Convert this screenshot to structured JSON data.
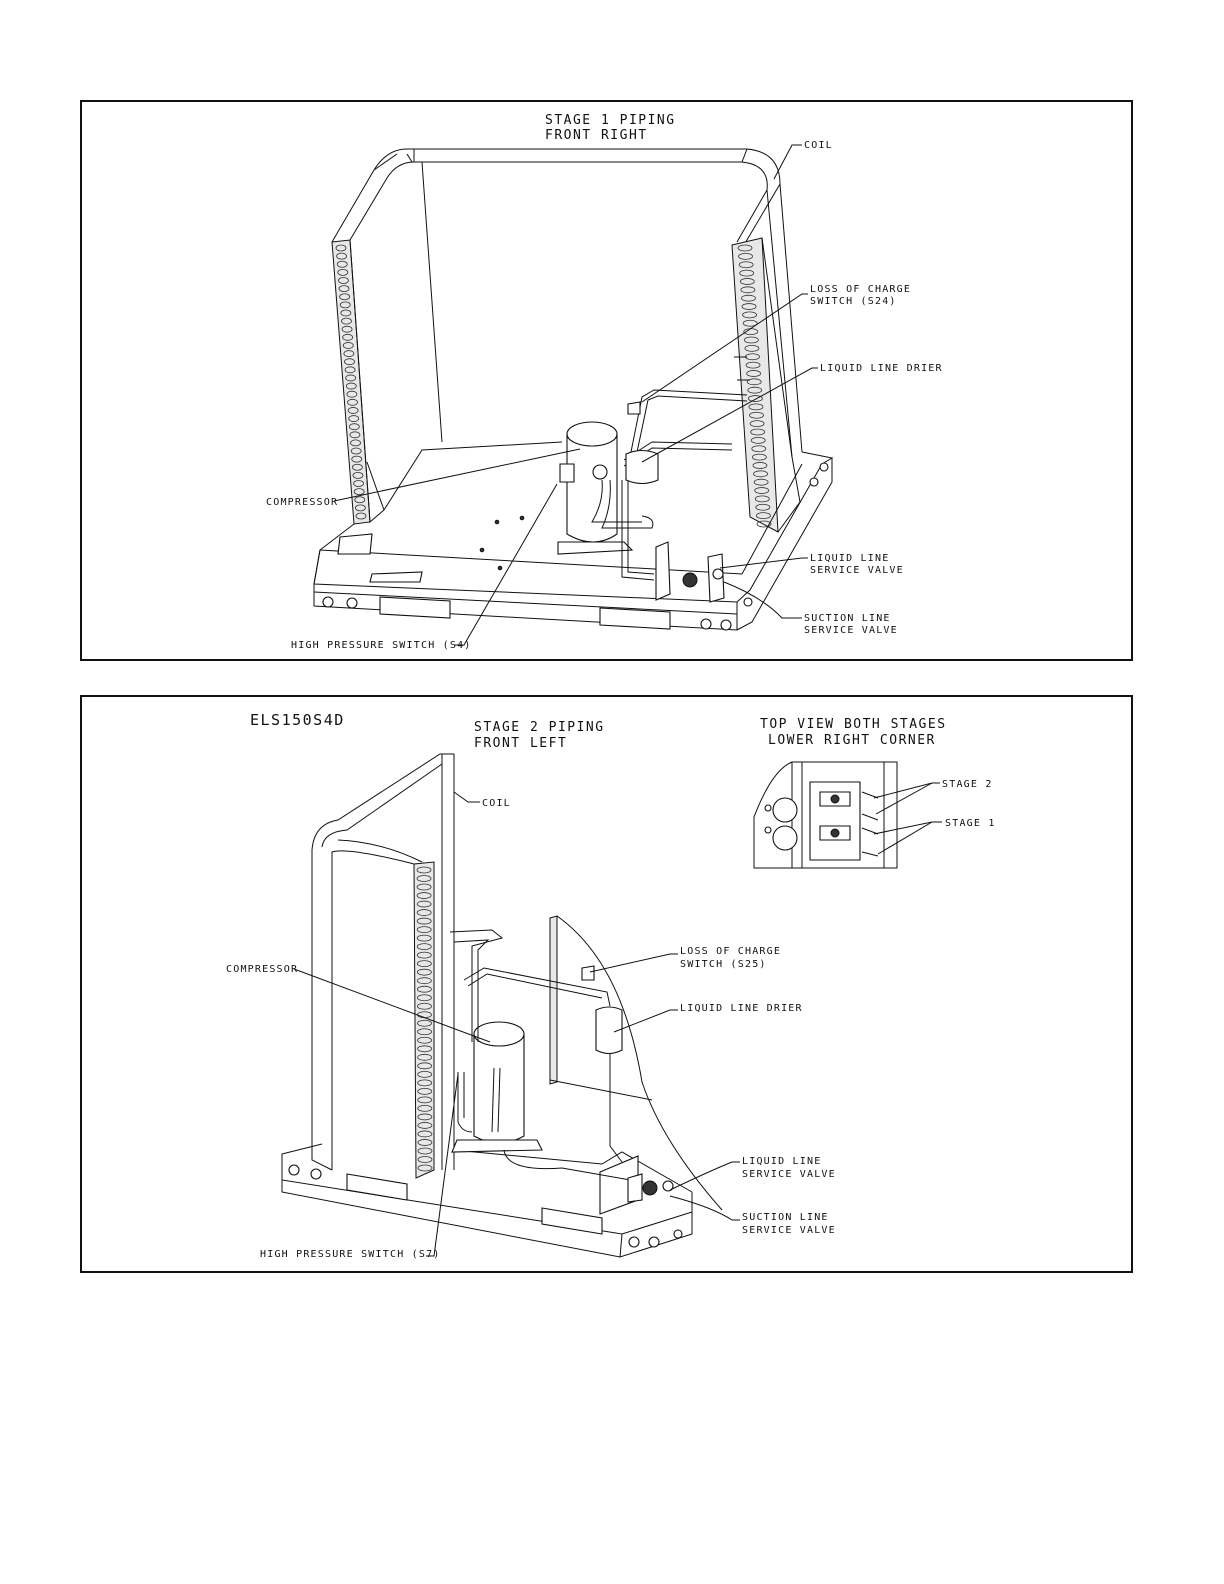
{
  "stage1": {
    "title_line1": "STAGE 1 PIPING",
    "title_line2": "FRONT RIGHT",
    "labels": {
      "coil": "COIL",
      "loss_of_charge_line1": "LOSS OF CHARGE",
      "loss_of_charge_line2": "SWITCH (S24)",
      "liquid_line_drier": "LIQUID LINE DRIER",
      "compressor": "COMPRESSOR",
      "liquid_line_valve_line1": "LIQUID LINE",
      "liquid_line_valve_line2": "SERVICE VALVE",
      "suction_line_valve_line1": "SUCTION LINE",
      "suction_line_valve_line2": "SERVICE VALVE",
      "high_pressure_switch": "HIGH PRESSURE SWITCH (S4)"
    }
  },
  "stage2": {
    "model": "ELS150S4D",
    "title_line1": "STAGE 2 PIPING",
    "title_line2": "FRONT LEFT",
    "inset_title_line1": "TOP VIEW BOTH STAGES",
    "inset_title_line2": "LOWER RIGHT CORNER",
    "inset_labels": {
      "stage2": "STAGE 2",
      "stage1": "STAGE 1"
    },
    "labels": {
      "coil": "COIL",
      "compressor": "COMPRESSOR",
      "loss_of_charge_line1": "LOSS OF CHARGE",
      "loss_of_charge_line2": "SWITCH (S25)",
      "liquid_line_drier": "LIQUID LINE DRIER",
      "liquid_line_valve_line1": "LIQUID LINE",
      "liquid_line_valve_line2": "SERVICE VALVE",
      "suction_line_valve_line1": "SUCTION LINE",
      "suction_line_valve_line2": "SERVICE VALVE",
      "high_pressure_switch": "HIGH PRESSURE SWITCH (S7)"
    }
  }
}
